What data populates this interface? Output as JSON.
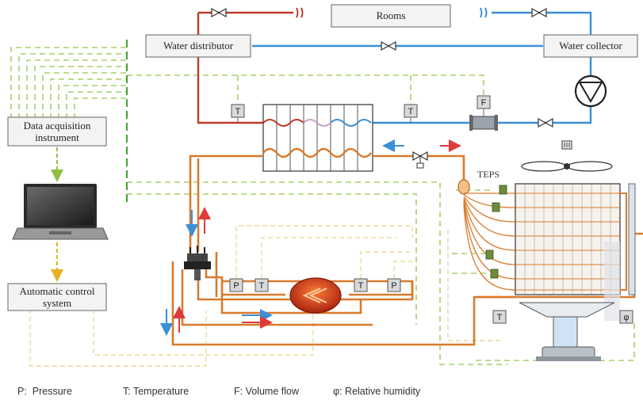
{
  "boxes": {
    "rooms": "Rooms",
    "water_distributor": "Water distributor",
    "water_collector": "Water collector",
    "data_acquisition_line1": "Data acquisition",
    "data_acquisition_line2": "instrument",
    "automatic_control_line1": "Automatic control",
    "automatic_control_line2": "system"
  },
  "sensors": {
    "temp1": "T",
    "temp2": "T",
    "flow": "F",
    "pressure1": "P",
    "temp3": "T",
    "temp4": "T",
    "pressure2": "P",
    "temp5": "T",
    "humidity": "φ"
  },
  "labels": {
    "teps": "TEPS"
  },
  "legend": {
    "pressure": "P:  Pressure",
    "temperature": "T: Temperature",
    "flow": "F: Volume flow",
    "humidity": "φ: Relative humidity"
  },
  "colors": {
    "hot_water": "#c0392b",
    "cold_water": "#3a8fd6",
    "refrigerant": "#d97a2b",
    "signal": "#8fc13f",
    "signal_light": "#e6d58a"
  }
}
